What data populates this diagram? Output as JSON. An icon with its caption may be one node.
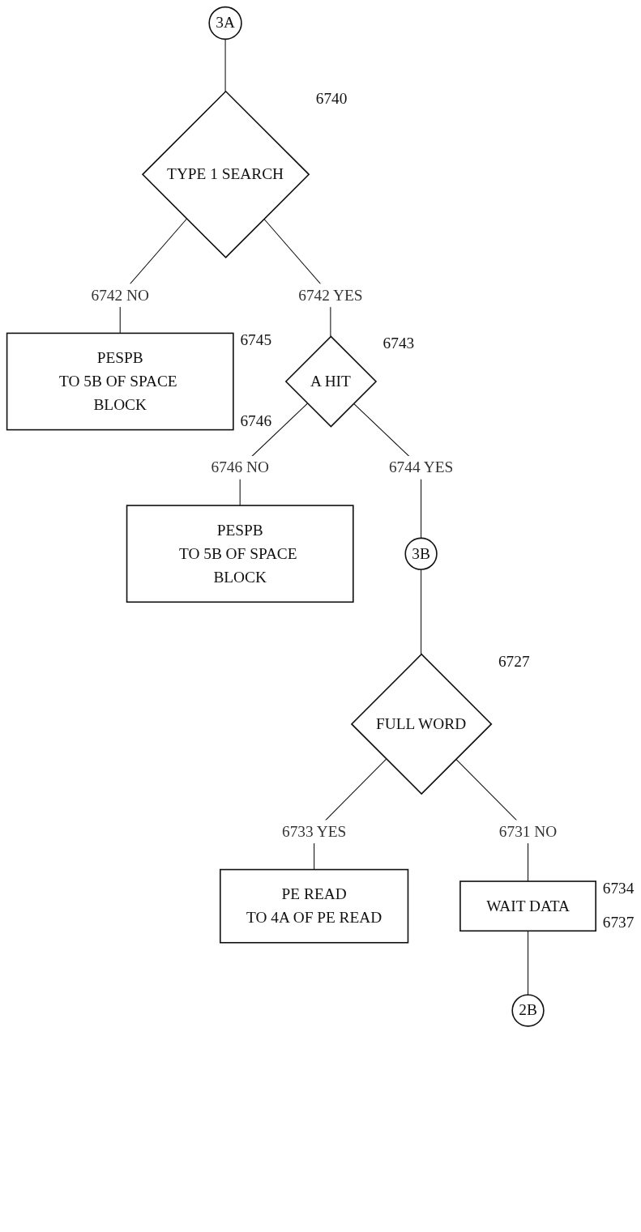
{
  "diagram": {
    "nodes": [
      {
        "text": [
          "3A"
        ]
      },
      {
        "text": [
          "TYPE 1 SEARCH"
        ],
        "beside": [
          "6740"
        ]
      },
      {
        "text": [
          "PESPB",
          "TO 5B OF SPACE BLOCK"
        ],
        "beside": [
          "6745",
          "6746"
        ]
      },
      {
        "text": [
          "A HIT"
        ],
        "beside": [
          "6743"
        ]
      },
      {
        "text": [
          "PESPB",
          "TO 5B OF SPACE BLOCK"
        ]
      },
      {
        "text": [
          "3B"
        ]
      },
      {
        "text": [
          "FULL WORD"
        ],
        "beside": [
          "6727"
        ]
      },
      {
        "text": [
          "PE READ",
          "TO 4A OF PE READ"
        ]
      },
      {
        "text": [
          "WAIT DATA"
        ],
        "beside": [
          "6734",
          "6737"
        ]
      },
      {
        "text": [
          "2B"
        ]
      }
    ],
    "edges": [
      {
        "from": 0,
        "to": 1,
        "arrow": "none"
      },
      {
        "from": 1,
        "to": 2,
        "arrow": "none",
        "label": "6742 NO"
      },
      {
        "from": 1,
        "to": 3,
        "arrow": "none",
        "label": "6742 YES"
      },
      {
        "from": 3,
        "to": 4,
        "arrow": "none",
        "label": "6746 NO"
      },
      {
        "from": 3,
        "to": 5,
        "arrow": "none",
        "label": "6744 YES"
      },
      {
        "from": 5,
        "to": 6,
        "arrow": "none"
      },
      {
        "from": 6,
        "to": 7,
        "arrow": "none",
        "label": "6733 YES"
      },
      {
        "from": 6,
        "to": 8,
        "arrow": "none",
        "label": "6731 NO"
      },
      {
        "from": 8,
        "to": 9,
        "arrow": "none"
      }
    ]
  }
}
